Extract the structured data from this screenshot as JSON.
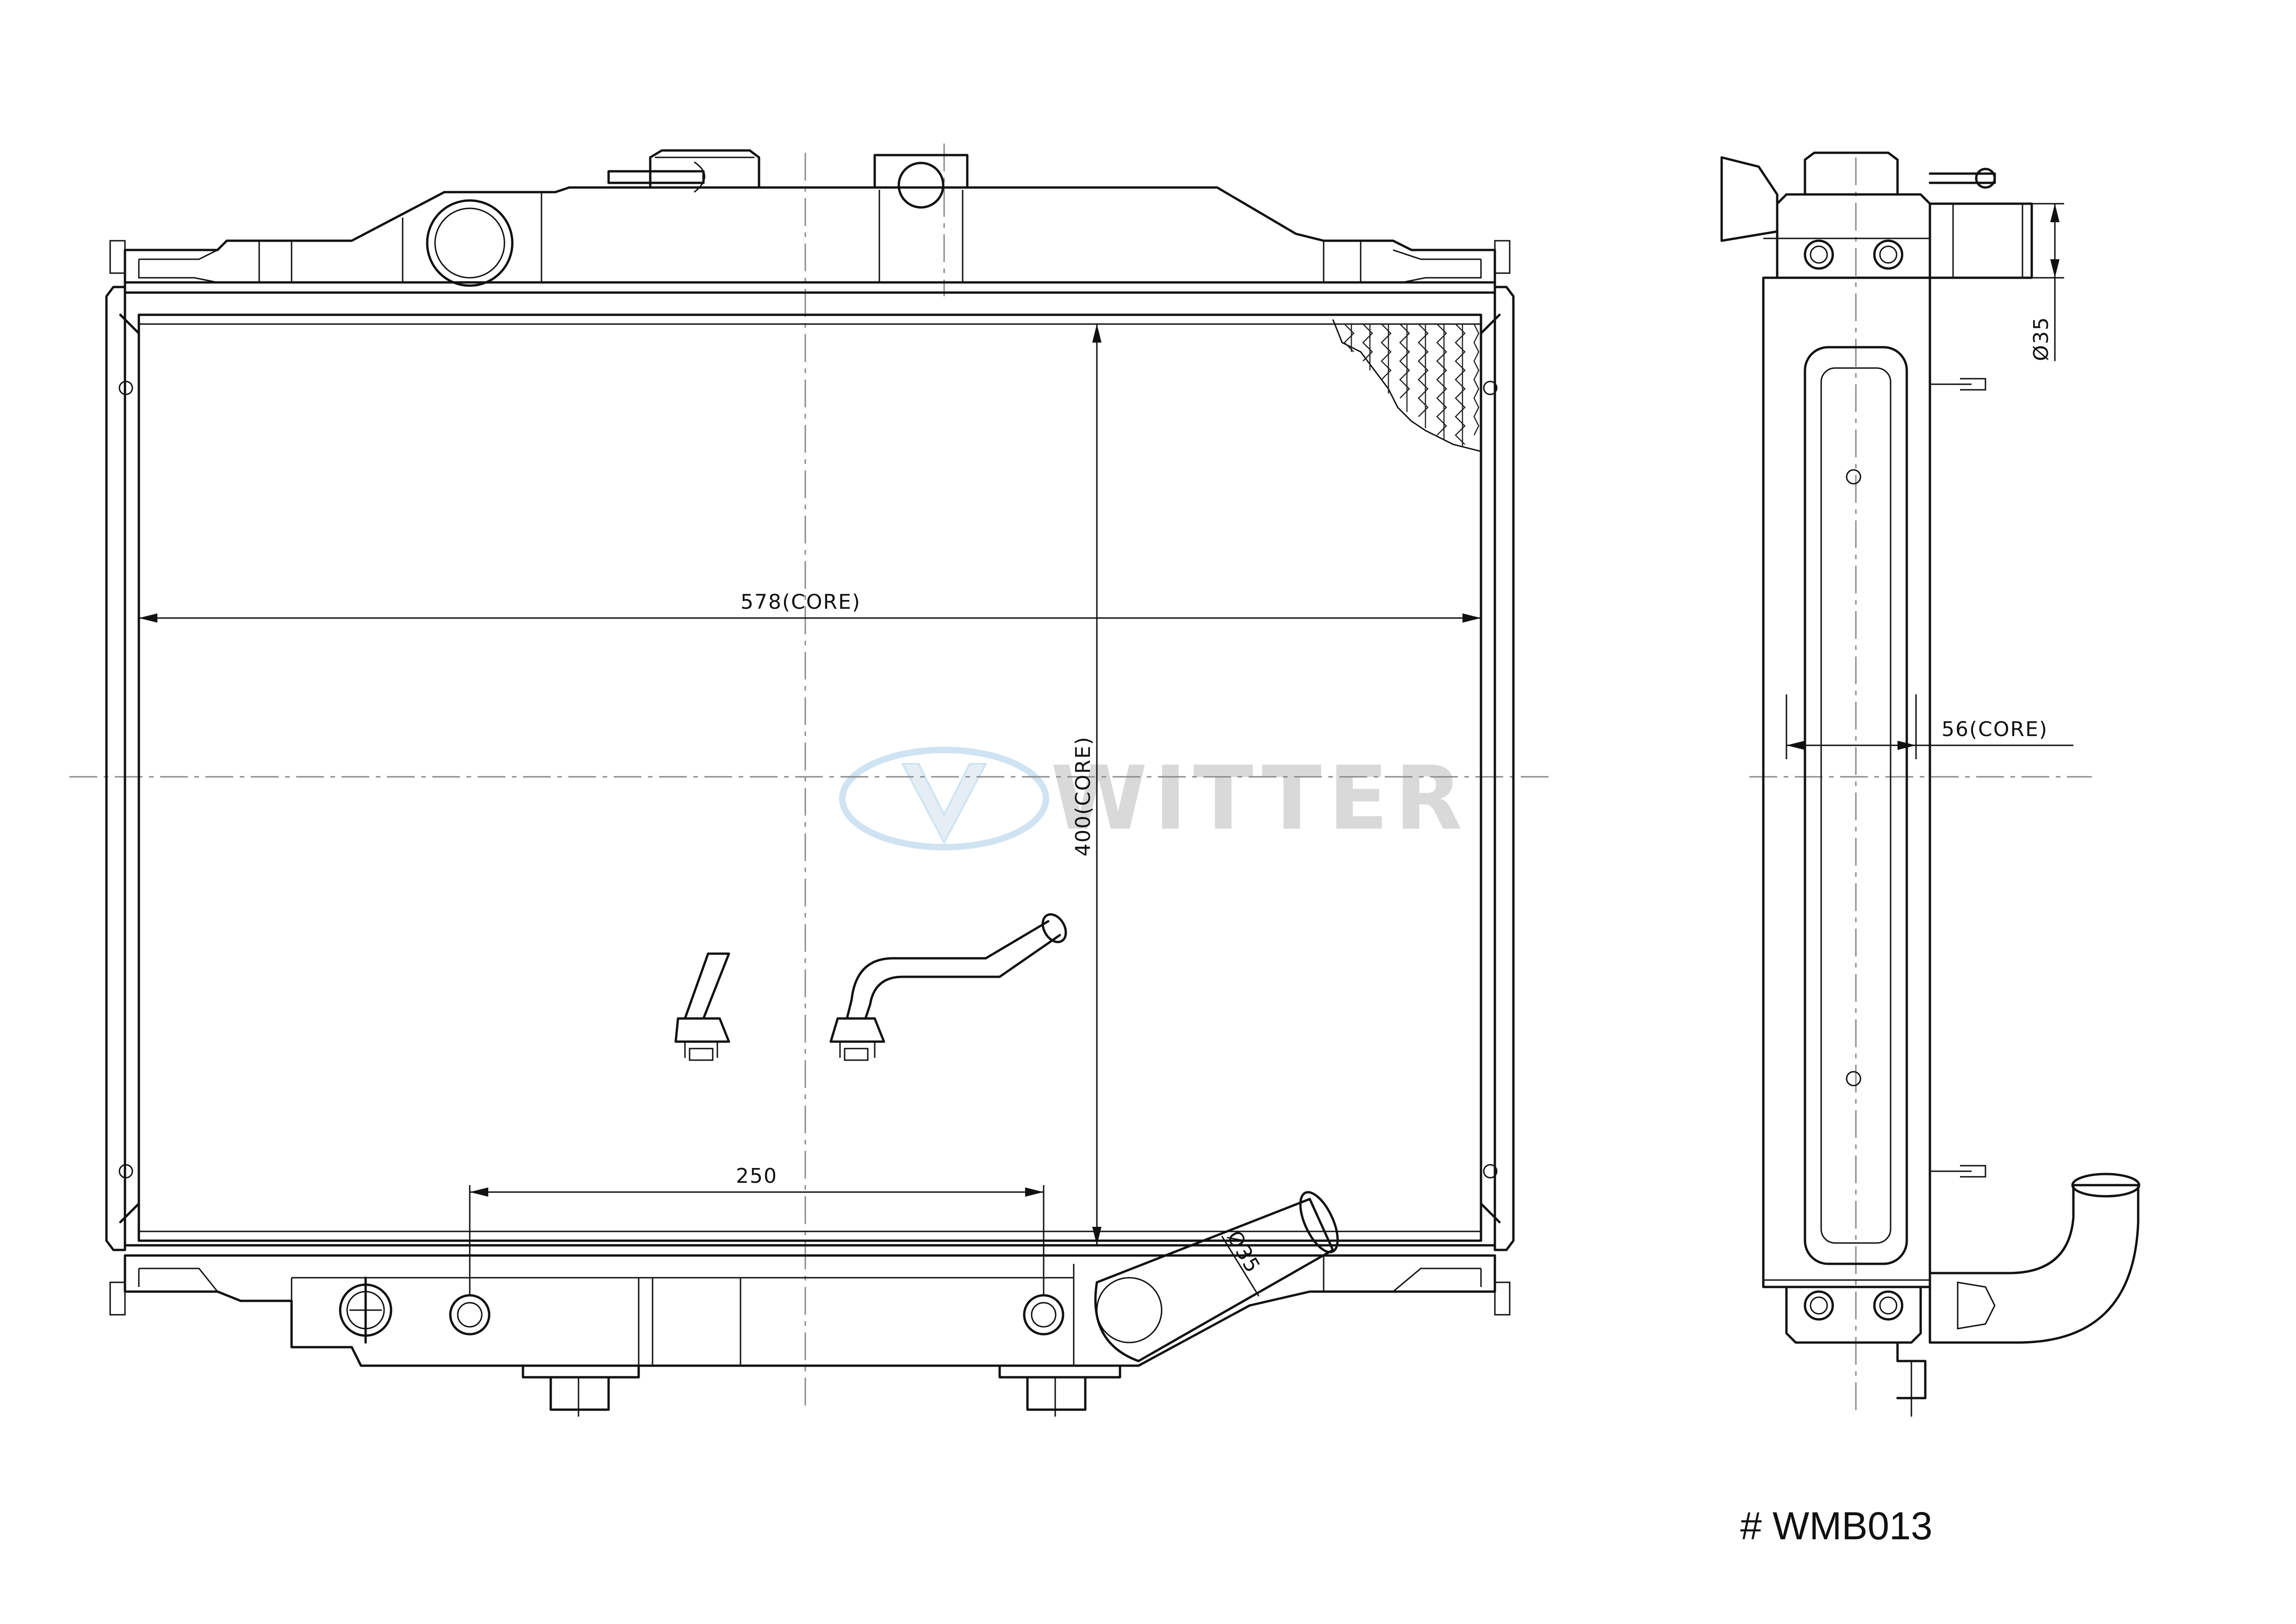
{
  "brand": {
    "watermark": "WITTER",
    "watermark_color": "#d9d9d9",
    "logo_accent": "#cfe3f2"
  },
  "part_number": "# WMB013",
  "dimensions": {
    "core_width": "578(CORE)",
    "core_height": "400(CORE)",
    "core_depth": "56(CORE)",
    "pipe_spacing": "250",
    "inlet_diameter": "Ø35",
    "outlet_diameter": "Ø35"
  },
  "views": [
    "front-view",
    "side-view"
  ]
}
